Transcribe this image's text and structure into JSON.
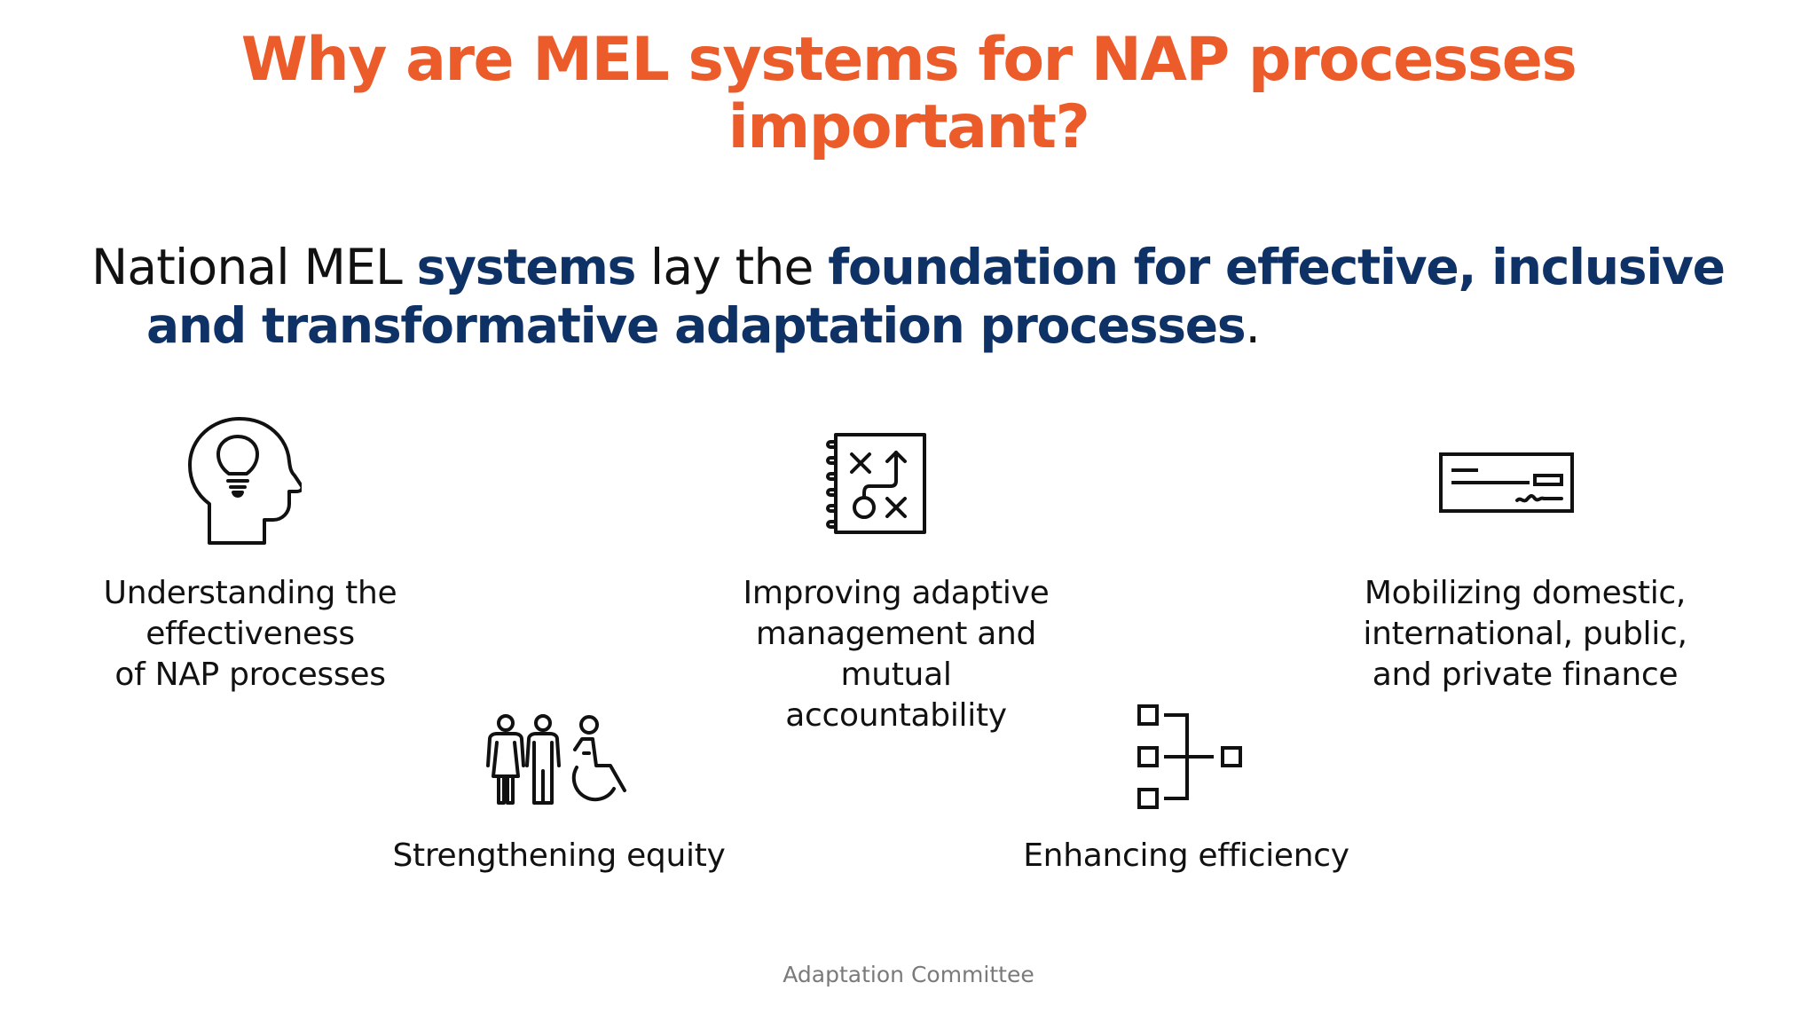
{
  "slide": {
    "title_lines": [
      "Why are MEL systems for NAP processes",
      "important?"
    ],
    "lead": {
      "part1": "National MEL ",
      "part2_em": "systems",
      "part3": " lay the ",
      "part4_em": "foundation for effective, inclusive",
      "line2_em": "and transformative adaptation processes",
      "line2_end": "."
    },
    "colors": {
      "title": "#EC5B2A",
      "emphasis": "#0E3166",
      "body": "#111111",
      "footer": "#7A7A7A"
    },
    "items": [
      {
        "icon": "head-lightbulb-icon",
        "lines": [
          "Understanding the",
          "effectiveness",
          "of NAP processes"
        ]
      },
      {
        "icon": "strategy-notebook-icon",
        "lines": [
          "Improving adaptive",
          "management and",
          "mutual",
          "accountability"
        ]
      },
      {
        "icon": "cheque-icon",
        "lines": [
          "Mobilizing domestic,",
          "international, public,",
          "and private finance"
        ]
      },
      {
        "icon": "people-equity-icon",
        "lines": [
          "Strengthening equity"
        ]
      },
      {
        "icon": "hierarchy-flow-icon",
        "lines": [
          "Enhancing efficiency"
        ]
      }
    ],
    "footer": "Adaptation Committee"
  }
}
